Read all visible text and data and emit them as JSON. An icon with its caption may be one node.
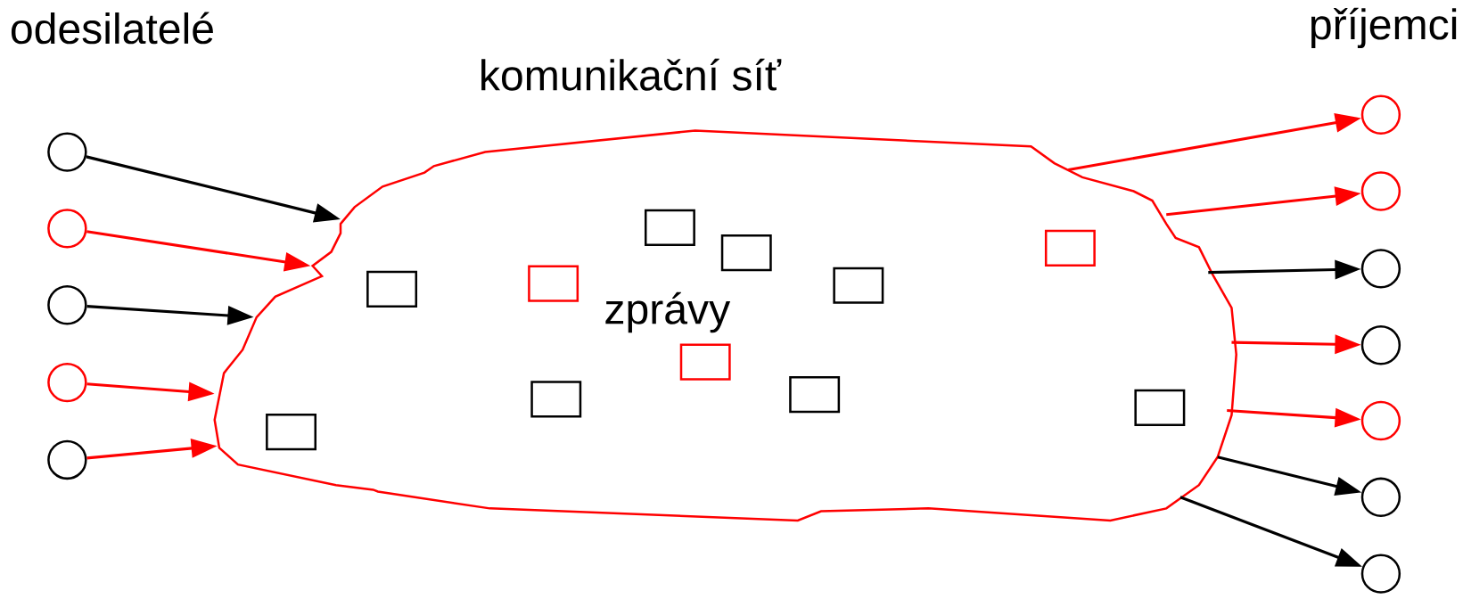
{
  "diagram": {
    "nodes": [
      {
        "text": [],
        "shape": "circle"
      },
      {
        "text": [],
        "shape": "circle"
      },
      {
        "text": [],
        "shape": "circle"
      },
      {
        "text": [],
        "shape": "circle"
      },
      {
        "text": [],
        "shape": "circle"
      },
      {
        "text": [
          "komunikační síť",
          "zprávy"
        ]
      },
      {
        "text": [],
        "shape": "box",
        "in": 5
      },
      {
        "text": [],
        "shape": "box",
        "in": 5
      },
      {
        "text": [],
        "shape": "box",
        "in": 5
      },
      {
        "text": [],
        "shape": "box",
        "in": 5
      },
      {
        "text": [],
        "shape": "box",
        "in": 5
      },
      {
        "text": [],
        "shape": "box",
        "in": 5
      },
      {
        "text": [],
        "shape": "box",
        "in": 5
      },
      {
        "text": [],
        "shape": "box",
        "in": 5
      },
      {
        "text": [],
        "shape": "box",
        "in": 5
      },
      {
        "text": [],
        "shape": "box",
        "in": 5
      },
      {
        "text": [],
        "shape": "box",
        "in": 5
      },
      {
        "text": [],
        "shape": "circle"
      },
      {
        "text": [],
        "shape": "circle"
      },
      {
        "text": [],
        "shape": "circle"
      },
      {
        "text": [],
        "shape": "circle"
      },
      {
        "text": [],
        "shape": "circle"
      },
      {
        "text": [],
        "shape": "circle"
      },
      {
        "text": [],
        "shape": "circle"
      }
    ],
    "edges": [
      {
        "from": 0,
        "to": 5,
        "arrow": "to",
        "color": "#000000"
      },
      {
        "from": 1,
        "to": 5,
        "arrow": "to",
        "color": "#ff0000"
      },
      {
        "from": 2,
        "to": 5,
        "arrow": "to",
        "color": "#000000"
      },
      {
        "from": 3,
        "to": 5,
        "arrow": "to",
        "color": "#ff0000"
      },
      {
        "from": 4,
        "to": 5,
        "arrow": "to",
        "color": "#ff0000"
      },
      {
        "from": 5,
        "to": 17,
        "arrow": "to",
        "color": "#ff0000"
      },
      {
        "from": 5,
        "to": 18,
        "arrow": "to",
        "color": "#ff0000"
      },
      {
        "from": 5,
        "to": 19,
        "arrow": "to",
        "color": "#000000"
      },
      {
        "from": 5,
        "to": 20,
        "arrow": "to",
        "color": "#ff0000"
      },
      {
        "from": 5,
        "to": 21,
        "arrow": "to",
        "color": "#ff0000"
      },
      {
        "from": 5,
        "to": 22,
        "arrow": "to",
        "color": "#000000"
      },
      {
        "from": 5,
        "to": 23,
        "arrow": "to",
        "color": "#000000"
      }
    ],
    "labels": [
      "odesilatelé",
      "příjemci"
    ]
  }
}
